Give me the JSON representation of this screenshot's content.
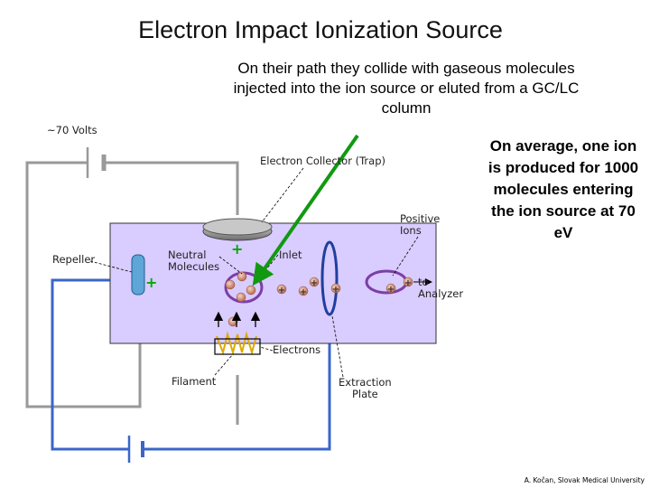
{
  "title": "Electron Impact Ionization Source",
  "subtitle": "On their path they collide with gaseous molecules injected into the ion source or eluted from a GC/LC column",
  "side_note": "On average, one ion is produced for 1000 molecules entering the ion source at 70 eV",
  "labels": {
    "voltage": "~70 Volts",
    "electron_collector": "Electron Collector (Trap)",
    "positive_ions_1": "Positive",
    "positive_ions_2": "Ions",
    "repeller": "Repeller",
    "neutral_1": "Neutral",
    "neutral_2": "Molecules",
    "inlet": "Inlet",
    "to_1": "to",
    "to_2": "Analyzer",
    "electrons": "Electrons",
    "filament": "Filament",
    "extraction_1": "Extraction",
    "extraction_2": "Plate"
  },
  "credit": "A. Kočan, Slovak Medical University",
  "colors": {
    "chamber_fill": "#d9ccff",
    "inlet_arrow": "#119911",
    "circuit_gray": "#999999",
    "circuit_blue": "#3a66c8",
    "plus_sign": "#00aa00"
  }
}
